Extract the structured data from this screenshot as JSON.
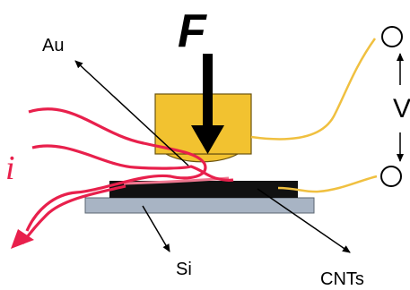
{
  "labels": {
    "force": "F",
    "voltage": "V",
    "current": "i",
    "gold": "Au",
    "silicon": "Si",
    "nanotubes": "CNTs"
  },
  "colors": {
    "gold_block": "#F2C230",
    "gold_outline": "#6B5310",
    "wire_gold": "#F0C040",
    "wire_red": "#E8204C",
    "wire_pink": "#F07890",
    "silicon_substrate": "#A8B4C4",
    "cnt_layer": "#111111",
    "ink": "#000000"
  }
}
